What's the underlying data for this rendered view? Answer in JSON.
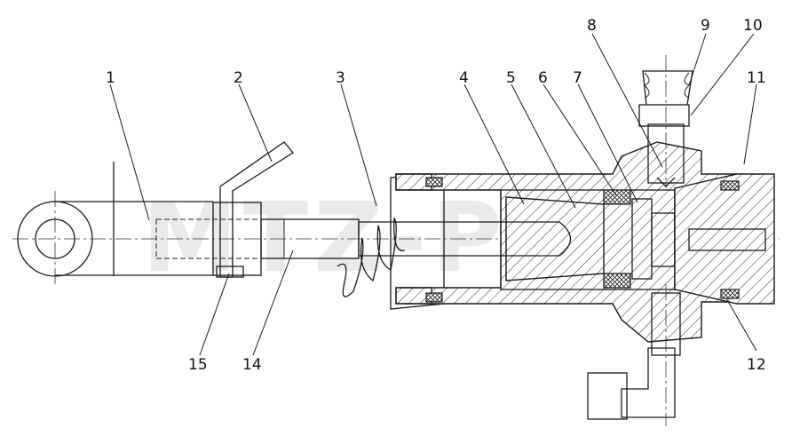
{
  "watermark": "MTZ-PRO",
  "callouts": [
    "1",
    "2",
    "3",
    "4",
    "5",
    "6",
    "7",
    "8",
    "9",
    "10",
    "11",
    "12",
    "14",
    "15"
  ]
}
